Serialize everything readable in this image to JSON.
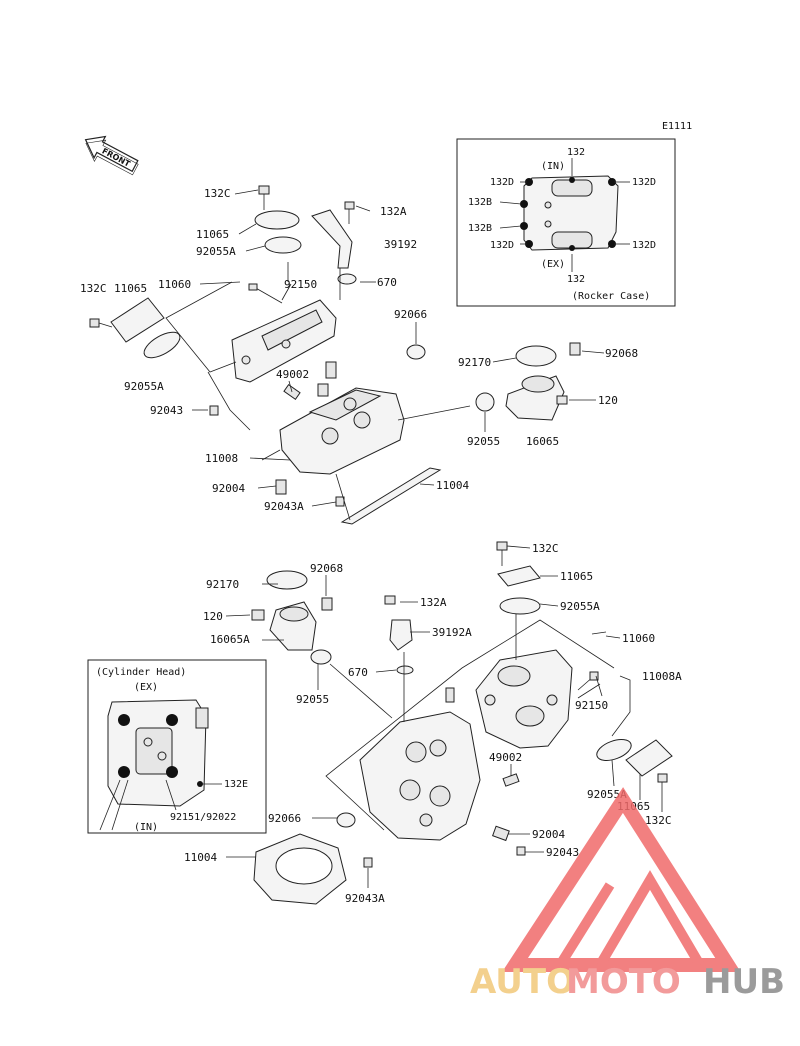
{
  "diagram_code": "E1111",
  "front_label": "FRONT",
  "rocker_inset": {
    "caption": "(Rocker Case)",
    "in_label": "(IN)",
    "ex_label": "(EX)",
    "top_code": "132",
    "bottom_code": "132",
    "c_132d_tl": "132D",
    "c_132d_tr": "132D",
    "c_132b_1": "132B",
    "c_132b_2": "132B",
    "c_132d_bl": "132D",
    "c_132d_br": "132D"
  },
  "head_inset": {
    "caption": "(Cylinder Head)",
    "ex_label": "(EX)",
    "in_label": "(IN)",
    "c_132e": "132E",
    "c_92151": "92151/92022"
  },
  "upper_labels": {
    "l132c_a": "132C",
    "l11065_a": "11065",
    "l92055a_a": "92055A",
    "l11060": "11060",
    "l132c_b": "132C",
    "l11065_b": "11065",
    "l92055a_b": "92055A",
    "l92043": "92043",
    "l11008": "11008",
    "l92004": "92004",
    "l92043a": "92043A",
    "l132a": "132A",
    "l39192": "39192",
    "l670": "670",
    "l92150": "92150",
    "l92066": "92066",
    "l49002": "49002",
    "l92170": "92170",
    "l92068": "92068",
    "l120": "120",
    "l92055": "92055",
    "l16065": "16065",
    "l11004": "11004"
  },
  "lower_labels": {
    "l132c_top": "132C",
    "l11065_top": "11065",
    "l92055a_top": "92055A",
    "l11060": "11060",
    "l11008a": "11008A",
    "l92150": "92150",
    "l132a": "132A",
    "l39192a": "39192A",
    "l670": "670",
    "l92170": "92170",
    "l92068": "92068",
    "l120": "120",
    "l16065a": "16065A",
    "l92055": "92055",
    "l49002": "49002",
    "l92066": "92066",
    "l92004": "92004",
    "l92043": "92043",
    "l11004": "11004",
    "l92043a": "92043A",
    "l92055a_r": "92055A",
    "l11065_r": "11065",
    "l132c_r": "132C"
  },
  "watermark": {
    "part1": "AUTO",
    "part2": "MOTO",
    "part3": "HUB",
    "colors": {
      "auto": "#f2c87a",
      "moto": "#f08a8a",
      "hub": "#8a8a8a",
      "triangle": "#f06a6a"
    }
  }
}
